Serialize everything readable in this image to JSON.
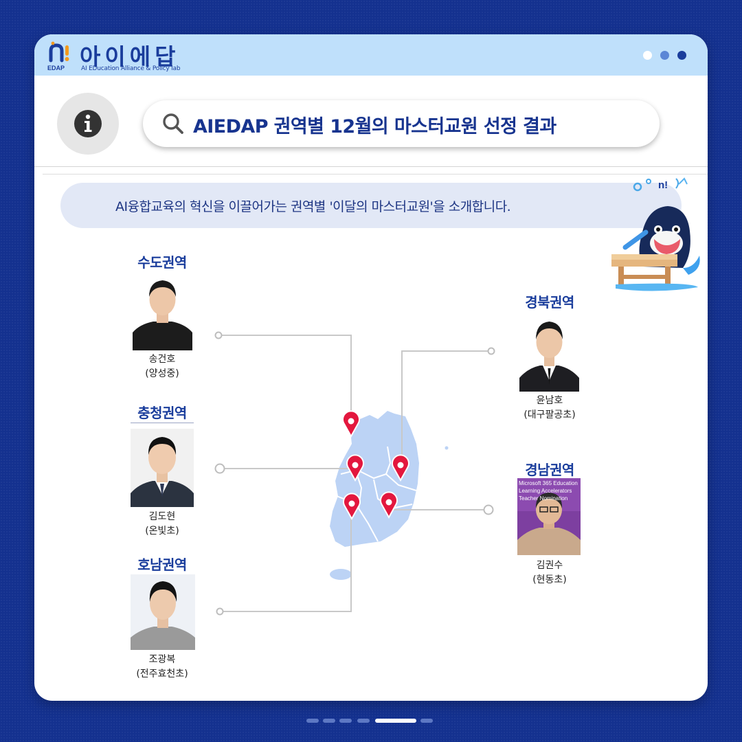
{
  "brand": {
    "logo_mark": "n!",
    "logo_mark_sub": "EDAP",
    "name_ko": "아이에답",
    "name_en": "AI EDucation Alliance & Policy lab"
  },
  "window_dots": [
    "white",
    "light-blue",
    "dark-blue"
  ],
  "header": {
    "info_icon": "info-icon",
    "search_icon": "search-icon",
    "title": "AIEDAP 권역별 12월의 마스터교원 선정 결과"
  },
  "intro": {
    "text": "AI융합교육의 혁신을 이끌어가는 권역별 '이달의 마스터교원'을 소개합니다."
  },
  "mascot": {
    "badge": "n!",
    "icon": "whale-mascot-icon"
  },
  "regions": [
    {
      "name": "수도권역",
      "person": "송건호",
      "school": "(양성중)"
    },
    {
      "name": "충청권역",
      "person": "김도현",
      "school": "(온빛초)"
    },
    {
      "name": "호남권역",
      "person": "조광복",
      "school": "(전주효천초)"
    },
    {
      "name": "경북권역",
      "person": "윤남호",
      "school": "(대구팔공초)"
    },
    {
      "name": "경남권역",
      "person": "김권수",
      "school": "(현동초)",
      "photo_text": "Microsoft 365 Education Learning Accelerators Teacher Nomination"
    }
  ],
  "colors": {
    "background": "#14318f",
    "topbar": "#bfe0fb",
    "accent": "#1a3d9c",
    "map_fill": "#bcd3f5",
    "pin": "#e3173e"
  },
  "pagination": {
    "count": 6,
    "active_index": 4
  }
}
